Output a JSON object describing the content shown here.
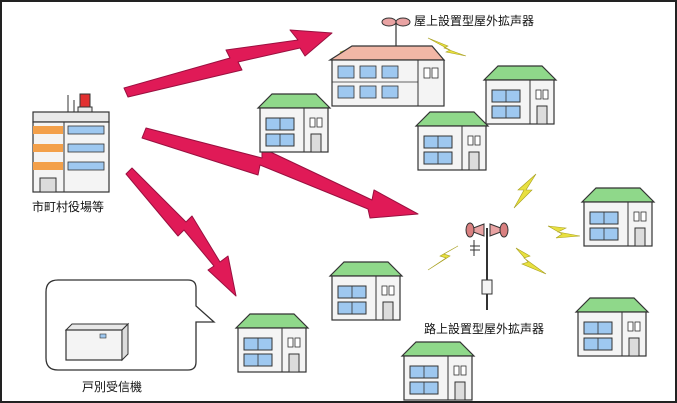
{
  "labels": {
    "rooftop_speaker": "屋上設置型屋外拡声器",
    "municipal_office": "市町村役場等",
    "street_speaker": "路上設置型屋外拡声器",
    "household_receiver": "戸別受信機"
  },
  "colors": {
    "arrow": "#e01a57",
    "arrow_stroke": "#9a1040",
    "lightning": "#e8e040",
    "roof_green": "#8fd88a",
    "wall": "#f4f4f4",
    "window_blue": "#9ec8f0",
    "office_orange": "#f3a04a",
    "speaker_pink": "#e9a3a3",
    "rooftop_roof": "#f1b7a6",
    "frame": "#222222"
  },
  "icons": [
    "municipal-office-icon",
    "rooftop-speaker-icon",
    "street-speaker-icon",
    "household-receiver-icon",
    "house-icon",
    "signal-arrow-icon",
    "lightning-icon"
  ]
}
